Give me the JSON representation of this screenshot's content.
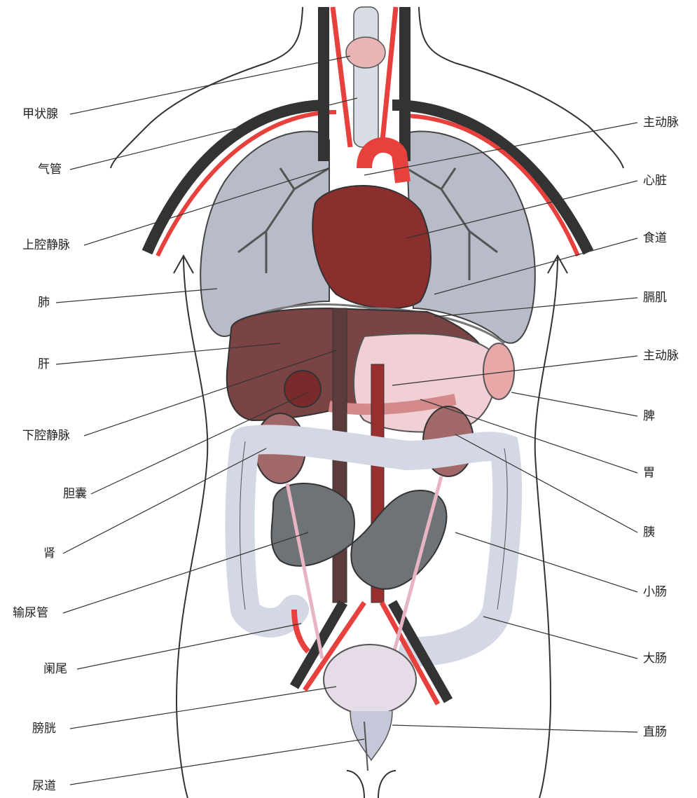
{
  "diagram": {
    "left_labels": [
      "甲状腺",
      "气管",
      "上腔静脉",
      "肺",
      "肝",
      "下腔静脉",
      "胆囊",
      "肾",
      "输尿管",
      "阑尾",
      "膀胱",
      "尿道"
    ],
    "right_labels": [
      "主动脉",
      "心脏",
      "食道",
      "膈肌",
      "主动脉",
      "脾",
      "胃",
      "胰",
      "小肠",
      "大肠",
      "直肠"
    ],
    "colors": {
      "artery": "#e8403c",
      "vein": "#333333",
      "lung": "#b8bcc8",
      "heart": "#8a2f2e",
      "liver": "#7a4444",
      "stomach": "#f0d0d4",
      "intestine_large": "#d4d8e4",
      "intestine_small": "#6e7377",
      "kidney": "#a06868",
      "bladder": "#e6dce8",
      "thyroid": "#e8b4b4",
      "trachea": "#d8dce4"
    }
  }
}
